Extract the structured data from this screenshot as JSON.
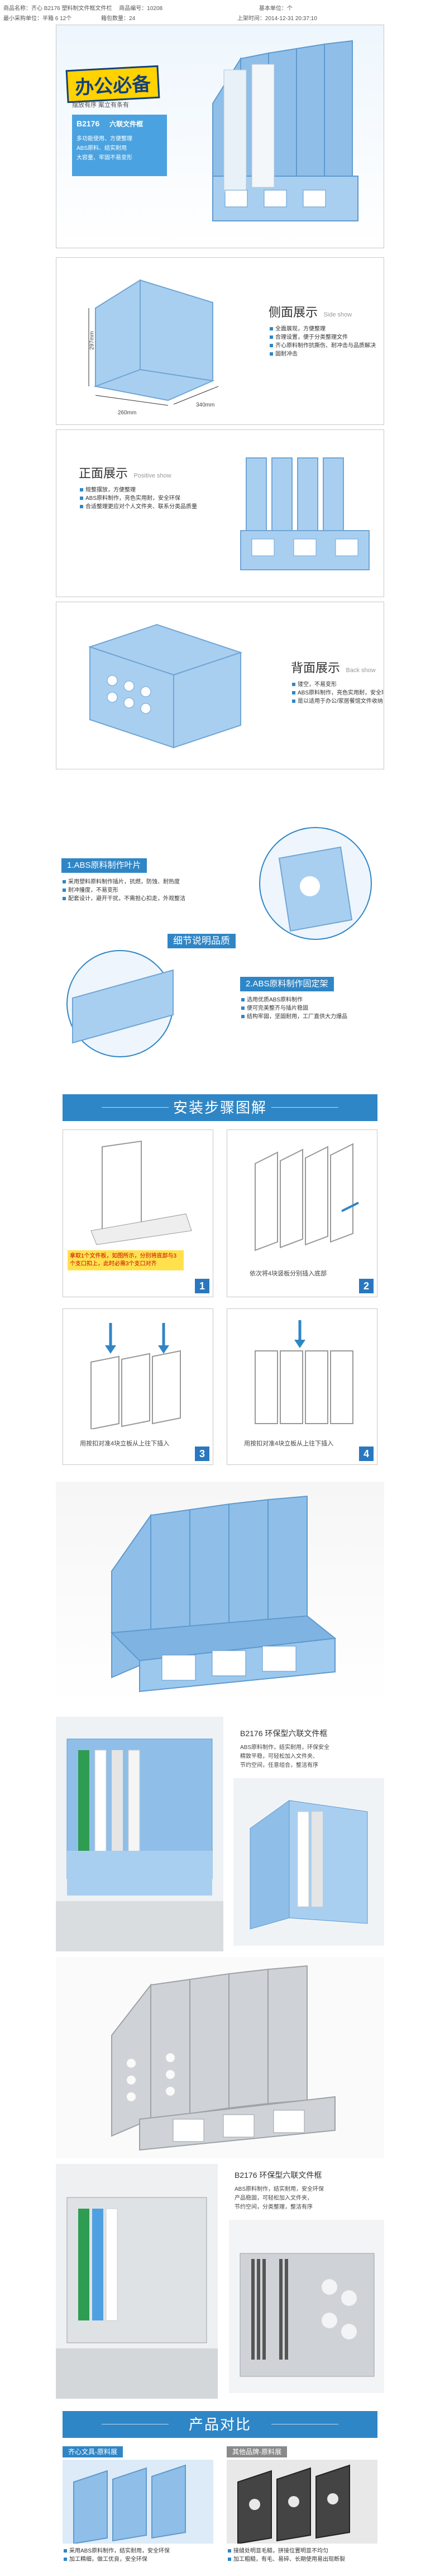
{
  "meta": {
    "name_label": "商品名称：齐心 B2176 塑料制文件框文件栏",
    "no_label": "商品编号：10208",
    "unit_label": "基本单位：个",
    "weight_label": "最小采购单位：半箱 6 12个",
    "spec_label": "箱包数量：24",
    "time_label": "上架时间：2014-12-31 20:37:10"
  },
  "hero": {
    "logo": "办公必备",
    "slogan": "摆放有序  案立有条有",
    "model": "B2176",
    "model_desc": "六联文件框",
    "bullets": [
      "多功能使用、方便整理",
      "ABS原料、结实耐用",
      "大容量、牢固不易变形"
    ]
  },
  "side": {
    "title": "侧面展示",
    "sub": "Side show",
    "dims": [
      "297mm",
      "260mm",
      "340mm"
    ],
    "bullets": [
      "全面展现，方便整理",
      "合理设置，便于分类整理文件",
      "齐心原料制作抗撕伤、耐冲击与品质解决",
      "固耐冲击"
    ]
  },
  "front": {
    "title": "正面展示",
    "sub": "Positive show",
    "bullets": [
      "规整摆放，方便整理",
      "ABS原料制作，亮色实用耐，安全环保",
      "合适整理更应对个人文件夹、联系分类品质量"
    ]
  },
  "back": {
    "title": "背面展示",
    "sub": "Back show",
    "bullets": [
      "镂空，不易变形",
      "ABS原料制作，亮色实用耐，安全环保",
      "是以适用于办公/家居餐馆文件收纳"
    ]
  },
  "detail": {
    "banner": "细节说明品质",
    "tag1": "1.ABS原料制作叶片",
    "tag1_lines": [
      "采用塑料原料制作插片，抗燃，防蚀、耐热度",
      "耐冲撞度，不易变形",
      "配套设计，避开干扰，不需担心扣走，外观整洁"
    ],
    "tag2": "2.ABS原料制作固定架",
    "tag2_lines": [
      "选用优质ABS原料制作",
      "便可完美整齐与插片稳固",
      "结构牢固，坚固耐用，工厂直供大力爆品"
    ]
  },
  "install": {
    "title": "安装步骤图解",
    "steps": [
      {
        "num": "1",
        "text": "拿取1个文件板，如图所示，分别将底部与3个支口扣上，此时必需3个支口对齐"
      },
      {
        "num": "2",
        "text": "依次将4块竖板分别插入底部"
      },
      {
        "num": "3",
        "text": "用按扣对准4块立板从上往下插入"
      },
      {
        "num": "4",
        "text": "用按扣对准4块立板从上往下插入"
      }
    ]
  },
  "scene": {
    "blue_label": "B2176 环保型六联文件框",
    "blue_lines": [
      "ABS原料制作，结实耐用，环保安全",
      "精致平稳，可轻松加入文件夹、",
      "节约空间，任意组合，整洁有序"
    ],
    "gray_label": "B2176 环保型六联文件框",
    "gray_lines": [
      "ABS原料制作，结实耐用，安全环保",
      "产品稳固，可轻松加入文件夹，",
      "节约空间，分类整理，整洁有序"
    ]
  },
  "compare": {
    "title": "产品对比",
    "left_label": "齐心文具-原料展",
    "right_label": "其他品牌-原料展",
    "left_lines": [
      "采用ABS原料制作，结实耐用，安全环保",
      "加工精细，做工优良，安全环保"
    ],
    "right_lines": [
      "接缝处明显毛糙，拼接位置明显不均匀",
      "加工粗糙，有毛、易碎、长期使用易出现断裂"
    ]
  },
  "colors": {
    "accent": "#2f86c6",
    "product_blue": "#8fbfe8",
    "product_gray": "#cfd2d6"
  }
}
